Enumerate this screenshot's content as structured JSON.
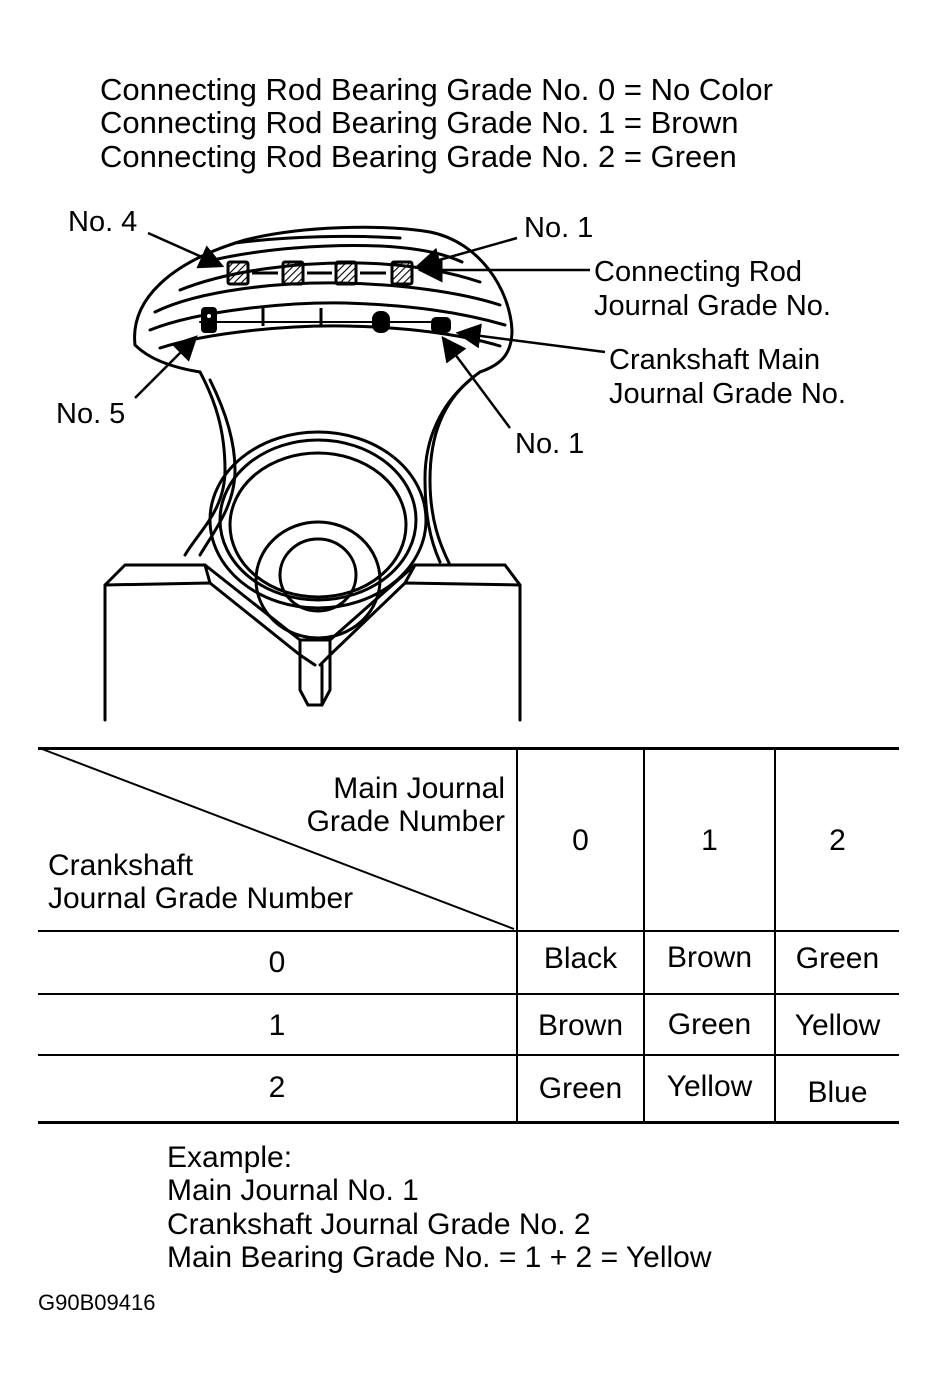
{
  "legend": {
    "line1": "Connecting Rod Bearing Grade No. 0 = No Color",
    "line2": "Connecting Rod Bearing Grade No. 1 = Brown",
    "line3": "Connecting Rod Bearing Grade No. 2 = Green"
  },
  "callouts": {
    "no4": "No. 4",
    "no1_top": "No. 1",
    "no5": "No. 5",
    "no1_bottom": "No. 1",
    "rod_journal_line1": "Connecting Rod",
    "rod_journal_line2": "Journal Grade No.",
    "main_journal_line1": "Crankshaft Main",
    "main_journal_line2": "Journal Grade No."
  },
  "table": {
    "header_top_line1": "Main Journal",
    "header_top_line2": "Grade Number",
    "header_left_line1": "Crankshaft",
    "header_left_line2": "Journal Grade Number",
    "columns": [
      "0",
      "1",
      "2"
    ],
    "rows": [
      {
        "label": "0",
        "cells": [
          "Black",
          "Brown",
          "Green"
        ]
      },
      {
        "label": "1",
        "cells": [
          "Brown",
          "Green",
          "Yellow"
        ]
      },
      {
        "label": "2",
        "cells": [
          "Green",
          "Yellow",
          "Blue"
        ]
      }
    ]
  },
  "example": {
    "line1": "Example:",
    "line2": "Main Journal No. 1",
    "line3": "Crankshaft Journal Grade No. 2",
    "line4": "Main Bearing Grade No. = 1 + 2  = Yellow"
  },
  "figure_code": "G90B09416"
}
